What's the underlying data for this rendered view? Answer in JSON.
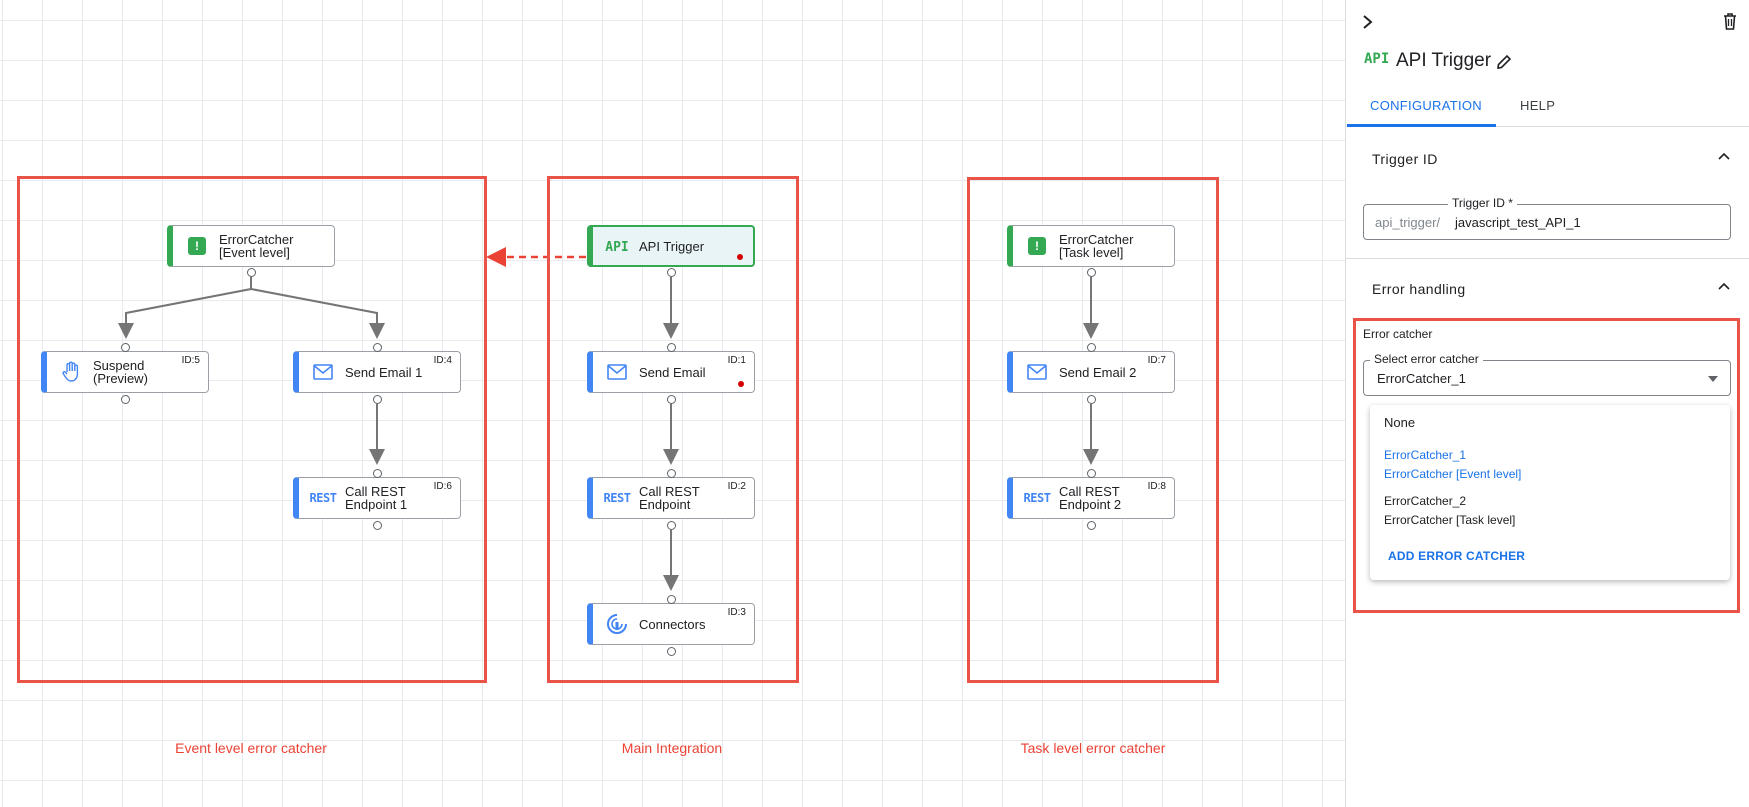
{
  "canvas": {
    "groups": [
      {
        "label": "Event level error catcher"
      },
      {
        "label": "Main Integration"
      },
      {
        "label": "Task level error catcher"
      }
    ],
    "nodes": {
      "errorcatcher_event": {
        "title": "ErrorCatcher\n[Event level]",
        "icon": "error-catcher-icon"
      },
      "suspend": {
        "title": "Suspend\n(Preview)",
        "id": "ID:5",
        "icon": "hand-icon"
      },
      "send_email_1": {
        "title": "Send Email 1",
        "id": "ID:4",
        "icon": "mail-icon"
      },
      "call_rest_1": {
        "title": "Call REST\nEndpoint 1",
        "id": "ID:6",
        "icon": "rest-icon",
        "icon_text": "REST"
      },
      "api_trigger": {
        "title": "API Trigger",
        "icon": "api-icon",
        "icon_text": "API"
      },
      "send_email": {
        "title": "Send Email",
        "id": "ID:1",
        "icon": "mail-icon"
      },
      "call_rest": {
        "title": "Call REST\nEndpoint",
        "id": "ID:2",
        "icon": "rest-icon",
        "icon_text": "REST"
      },
      "connectors": {
        "title": "Connectors",
        "id": "ID:3",
        "icon": "connectors-icon"
      },
      "errorcatcher_task": {
        "title": "ErrorCatcher\n[Task level]",
        "icon": "error-catcher-icon"
      },
      "send_email_2": {
        "title": "Send Email 2",
        "id": "ID:7",
        "icon": "mail-icon"
      },
      "call_rest_2": {
        "title": "Call REST\nEndpoint 2",
        "id": "ID:8",
        "icon": "rest-icon",
        "icon_text": "REST"
      }
    },
    "colors": {
      "highlight": "#ea4335",
      "task_accent": "#4285f4",
      "trigger_accent": "#34a853"
    }
  },
  "panel": {
    "title_icon_text": "API",
    "title": "API Trigger",
    "tabs": [
      {
        "label": "CONFIGURATION",
        "active": true
      },
      {
        "label": "HELP",
        "active": false
      }
    ],
    "trigger_section": {
      "title": "Trigger ID",
      "field_label": "Trigger ID *",
      "prefix": "api_trigger/",
      "value": "javascript_test_API_1"
    },
    "error_section": {
      "title": "Error handling",
      "subtitle": "Error catcher",
      "select_label": "Select error catcher",
      "selected": "ErrorCatcher_1",
      "options": [
        {
          "name": "None"
        },
        {
          "name": "ErrorCatcher_1",
          "desc": "ErrorCatcher [Event level]",
          "selected": true
        },
        {
          "name": "ErrorCatcher_2",
          "desc": "ErrorCatcher [Task level]"
        }
      ],
      "add_label": "ADD ERROR CATCHER"
    }
  }
}
